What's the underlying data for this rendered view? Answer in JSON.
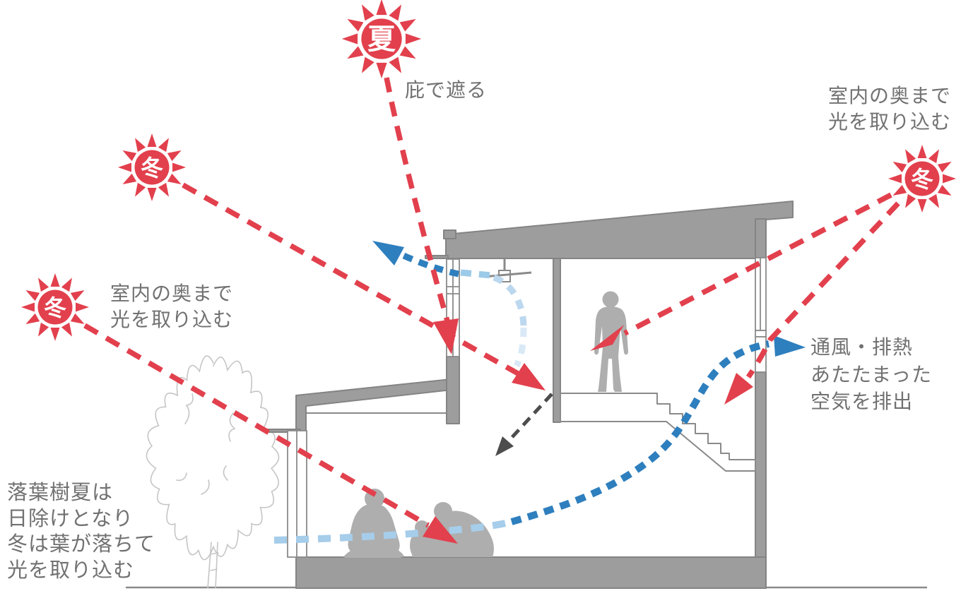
{
  "suns": {
    "summer_top": {
      "label": "夏",
      "icon": "sun-burst-icon"
    },
    "winter_upper_left": {
      "label": "冬",
      "icon": "sun-burst-icon"
    },
    "winter_mid_left": {
      "label": "冬",
      "icon": "sun-burst-icon"
    },
    "winter_right": {
      "label": "冬",
      "icon": "sun-burst-icon"
    }
  },
  "labels": {
    "eaves_shading": "庇で遮る",
    "daylight_left": {
      "line1": "室内の奥まで",
      "line2": "光を取り込む"
    },
    "daylight_right": {
      "line1": "室内の奥まで",
      "line2": "光を取り込む"
    },
    "ventilation": {
      "line1": "通風・排熱",
      "line2": "あたたまった",
      "line3": "空気を排出"
    },
    "deciduous": {
      "line1": "落葉樹夏は",
      "line2": "日除けとなり",
      "line3": "冬は葉が落ちて",
      "line4": "光を取り込む"
    }
  },
  "colors": {
    "sun_and_light_red": "#e2404d",
    "exhaust_air_blue": "#2e7fbe",
    "intake_air_light_blue": "#a6cdea",
    "fan_airflow_pale_blue": "#d9e9f6",
    "structure_gray": "#9d9d9d",
    "silhouette_gray": "#aeaeae",
    "label_gray": "#717171",
    "tree_gray": "#c5c5c5",
    "reflected_light_dark_gray": "#4d4d4d"
  }
}
